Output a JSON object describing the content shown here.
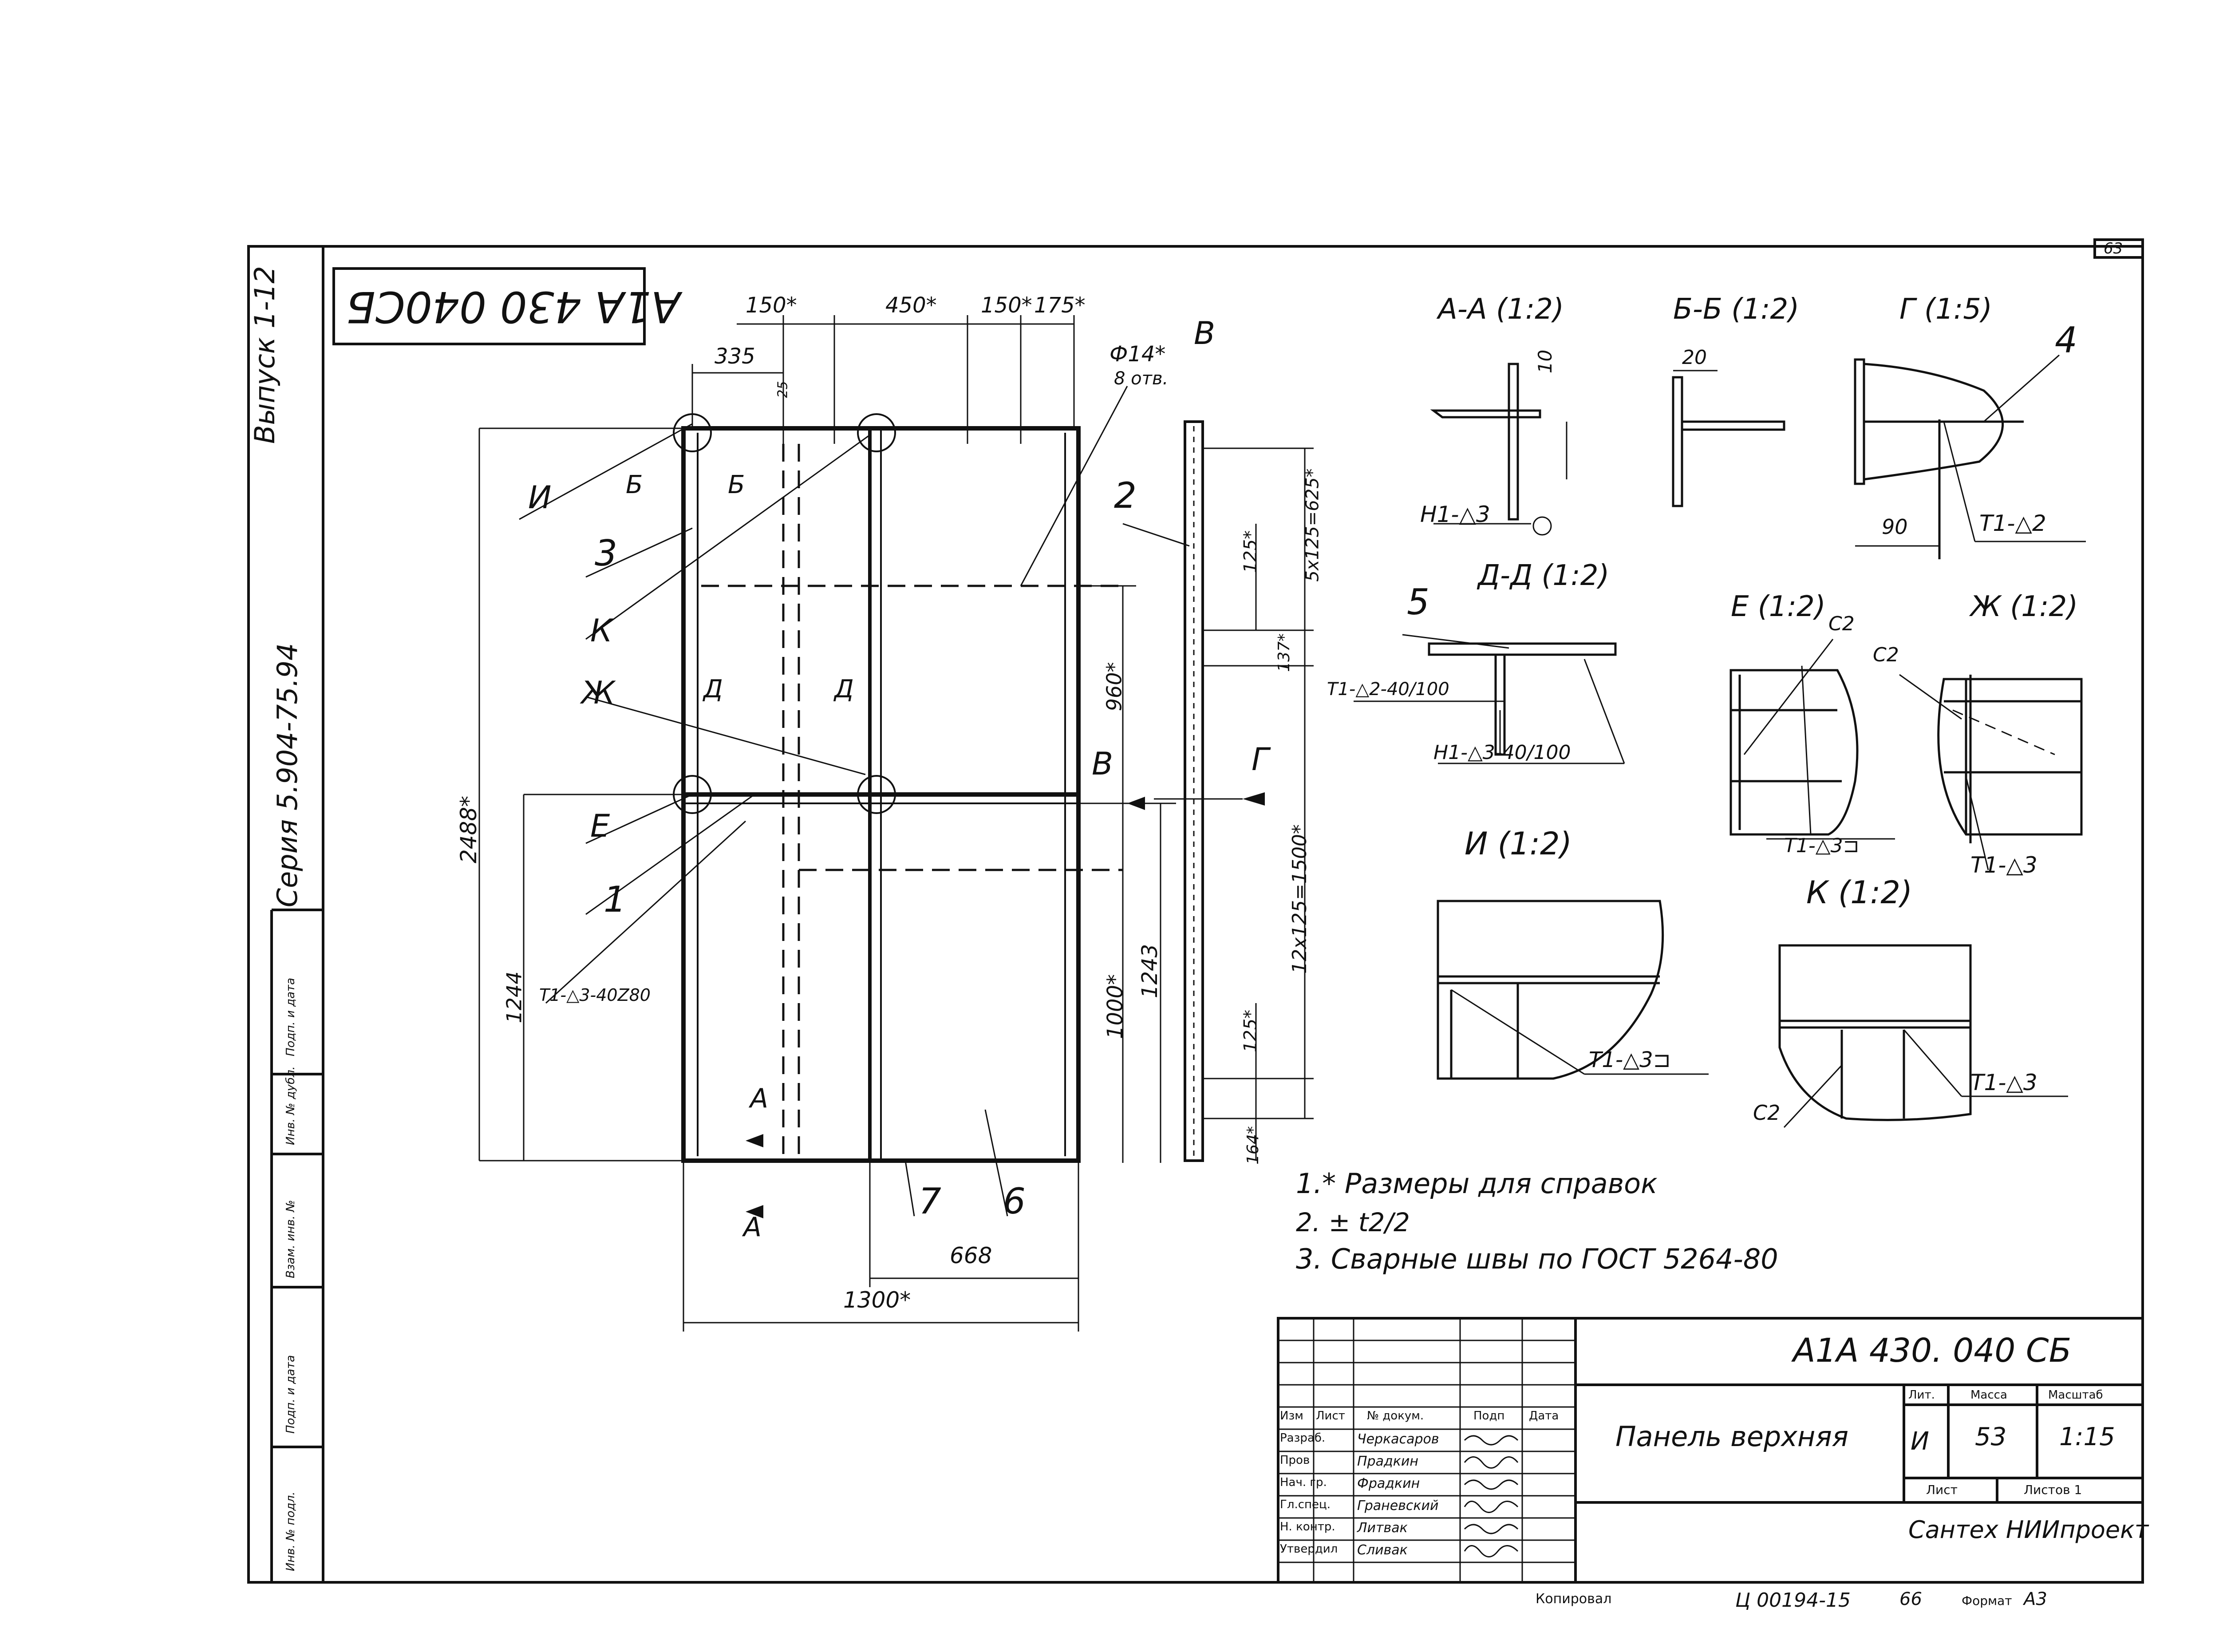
{
  "drawing_code_stamp": "А1А 430 040СБ",
  "sheet_number_corner": "63",
  "side_margin": {
    "series": "Серия 5.904-75.94",
    "issue": "Выпуск 1-12",
    "cells": [
      "Подп. и дата",
      "Инв. № дубл.",
      "Взам. инв. №",
      "Подп. и дата",
      "Инв. № подл."
    ]
  },
  "main_view": {
    "dims": {
      "d150a": "150*",
      "d450": "450*",
      "d150b": "150*",
      "d175": "175*",
      "d335": "335",
      "d25": "25",
      "hole": "Ф14*",
      "holes_count": "8 отв.",
      "total_h": "2488*",
      "h1244": "1244",
      "h1000": "1000*",
      "h1243": "1243",
      "h960": "960*",
      "w668": "668",
      "w1300": "1300*",
      "weld_note": "Т1-△3-40Z80"
    },
    "labels": {
      "I": "И",
      "B_top": "Б",
      "B_top2": "Б",
      "p3": "3",
      "K": "К",
      "Zh": "Ж",
      "D1": "Д",
      "D2": "Д",
      "E": "Е",
      "p1": "1",
      "A1": "А",
      "A2": "А",
      "p7": "7",
      "p6": "6",
      "V1": "В",
      "V2": "В"
    }
  },
  "side_view": {
    "labels": {
      "p2": "2",
      "G": "Г"
    },
    "dims": {
      "d5x125": "5x125=625*",
      "d125a": "125*",
      "d137": "137*",
      "d12x125": "12x125=1500*",
      "d125b": "125*",
      "d164": "164*"
    }
  },
  "sections": {
    "AA": {
      "title": "А-А (1:2)",
      "dim": "10",
      "weld": "Н1-△3"
    },
    "BB": {
      "title": "Б-Б (1:2)",
      "dim": "20"
    },
    "G": {
      "title": "Г (1:5)",
      "part": "4",
      "dim": "90",
      "weld": "Т1-△2"
    },
    "DD": {
      "title": "Д-Д (1:2)",
      "part": "5",
      "weld1": "Т1-△2-40/100",
      "weld2": "Н1-△3-40/100"
    },
    "E": {
      "title": "Е (1:2)",
      "c2": "С2",
      "weld": "Т1-△3⊐"
    },
    "Zh": {
      "title": "Ж (1:2)",
      "c2": "С2",
      "weld": "Т1-△3"
    },
    "I": {
      "title": "И (1:2)",
      "weld": "Т1-△3⊐"
    },
    "K": {
      "title": "К (1:2)",
      "c2": "С2",
      "weld": "Т1-△3"
    }
  },
  "notes": [
    "1.* Размеры для справок",
    "2. ± t2/2",
    "3. Сварные швы по ГОСТ 5264-80"
  ],
  "title_block": {
    "code": "А1А 430. 040 СБ",
    "name": "Панель верхняя",
    "headers": {
      "izm": "Изм",
      "list": "Лист",
      "doc": "№ докум.",
      "sign": "Подп",
      "date": "Дата"
    },
    "rows": [
      {
        "role": "Разраб.",
        "name": "Черкасаров"
      },
      {
        "role": "Пров",
        "name": "Прадкин"
      },
      {
        "role": "Нач. гр.",
        "name": "Фрадкин"
      },
      {
        "role": "Гл.спец.",
        "name": "Граневский"
      },
      {
        "role": "Н. контр.",
        "name": "Литвак"
      },
      {
        "role": "Утвердил",
        "name": "Сливак"
      }
    ],
    "lit_label": "Лит.",
    "mass_label": "Масса",
    "scale_label": "Масштаб",
    "lit": "И",
    "mass": "53",
    "scale": "1:15",
    "sheet_label": "Лист",
    "sheets_label": "Листов 1",
    "org": "Сантех НИИпроект"
  },
  "footer": {
    "copied": "Копировал",
    "inv": "Ц 00194-15",
    "page": "66",
    "format_label": "Формат",
    "format": "А3"
  }
}
